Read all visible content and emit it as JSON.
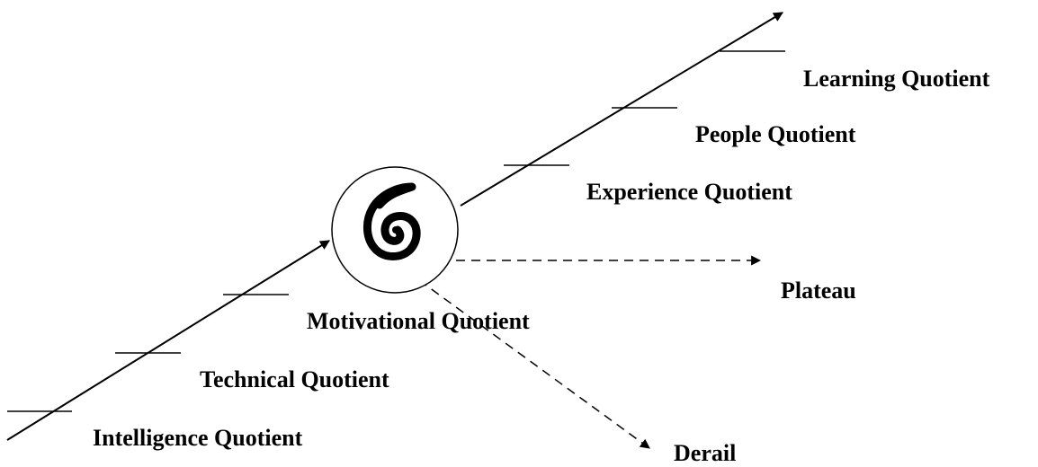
{
  "labels": {
    "intelligence": "Intelligence Quotient",
    "technical": "Technical Quotient",
    "motivational": "Motivational Quotient",
    "experience": "Experience Quotient",
    "people": "People Quotient",
    "learning": "Learning Quotient",
    "plateau": "Plateau",
    "derail": "Derail"
  },
  "colors": {
    "ink": "#000000",
    "background": "#ffffff"
  },
  "icons": {
    "center": "spiral-icon"
  }
}
